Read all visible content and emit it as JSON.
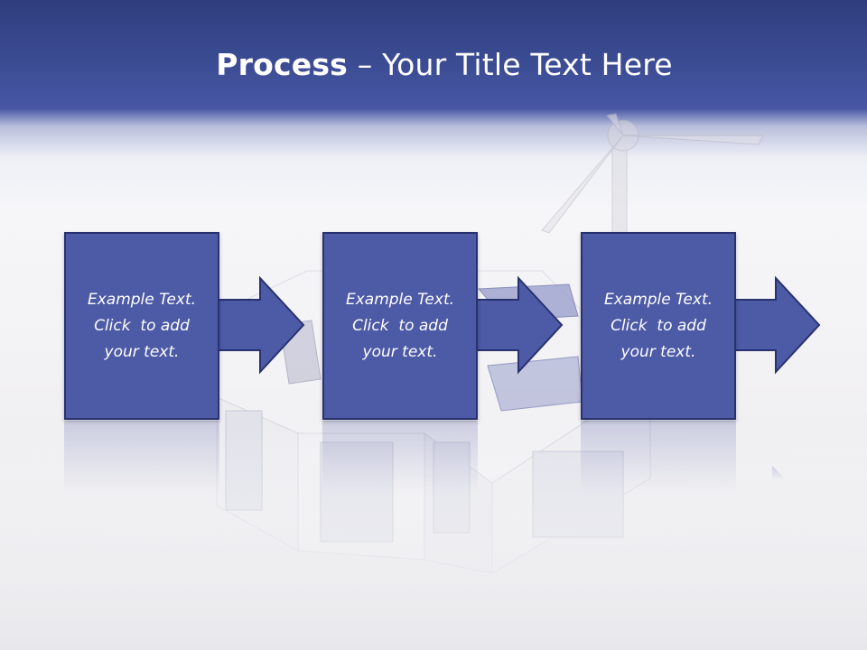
{
  "slide": {
    "title_bold": "Process",
    "title_rest": " – Your Title Text Here"
  },
  "steps": [
    {
      "line1": "Example Text.",
      "line2": "Click  to add",
      "line3": "your text."
    },
    {
      "line1": "Example Text.",
      "line2": "Click  to add",
      "line3": "your text."
    },
    {
      "line1": "Example Text.",
      "line2": "Click  to add",
      "line3": "your text."
    }
  ],
  "colors": {
    "header": "#3a4a90",
    "box_fill": "#4d5aa5",
    "box_border": "#283270",
    "arrow_fill": "#4d5aa5"
  },
  "icons": [
    "house-illustration",
    "wind-turbine-illustration",
    "solar-panel-illustration",
    "arrow-right-icon"
  ]
}
